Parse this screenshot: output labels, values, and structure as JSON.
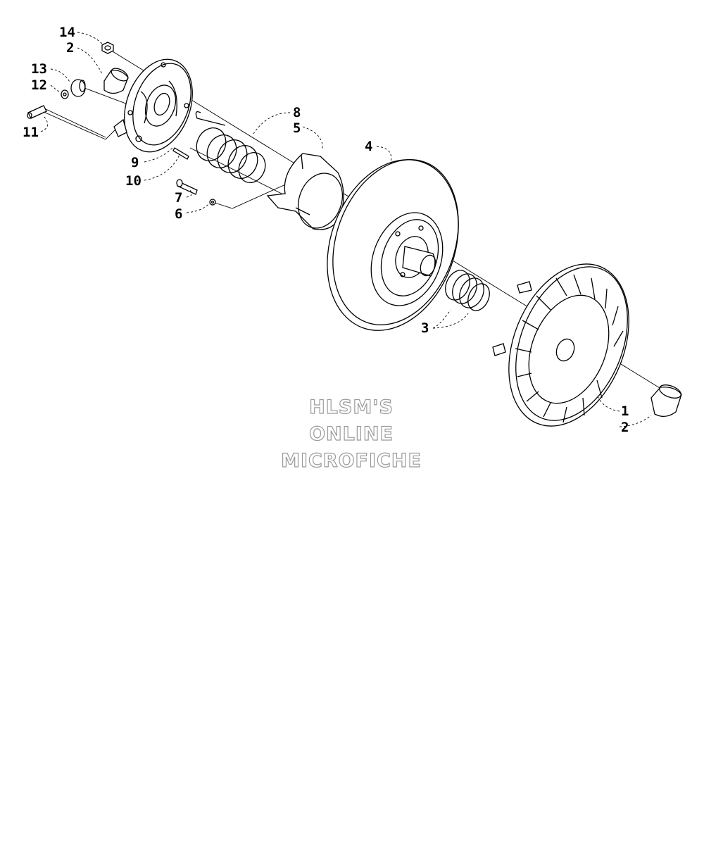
{
  "callouts": [
    {
      "id": "14",
      "label": "14"
    },
    {
      "id": "2a",
      "label": "2"
    },
    {
      "id": "13",
      "label": "13"
    },
    {
      "id": "12",
      "label": "12"
    },
    {
      "id": "11",
      "label": "11"
    },
    {
      "id": "9",
      "label": "9"
    },
    {
      "id": "10",
      "label": "10"
    },
    {
      "id": "8",
      "label": "8"
    },
    {
      "id": "5",
      "label": "5"
    },
    {
      "id": "4",
      "label": "4"
    },
    {
      "id": "7",
      "label": "7"
    },
    {
      "id": "6",
      "label": "6"
    },
    {
      "id": "3",
      "label": "3"
    },
    {
      "id": "1",
      "label": "1"
    },
    {
      "id": "2b",
      "label": "2"
    }
  ],
  "watermark": {
    "line1": "HLSM'S",
    "line2": "ONLINE",
    "line3": "MICROFICHE"
  }
}
